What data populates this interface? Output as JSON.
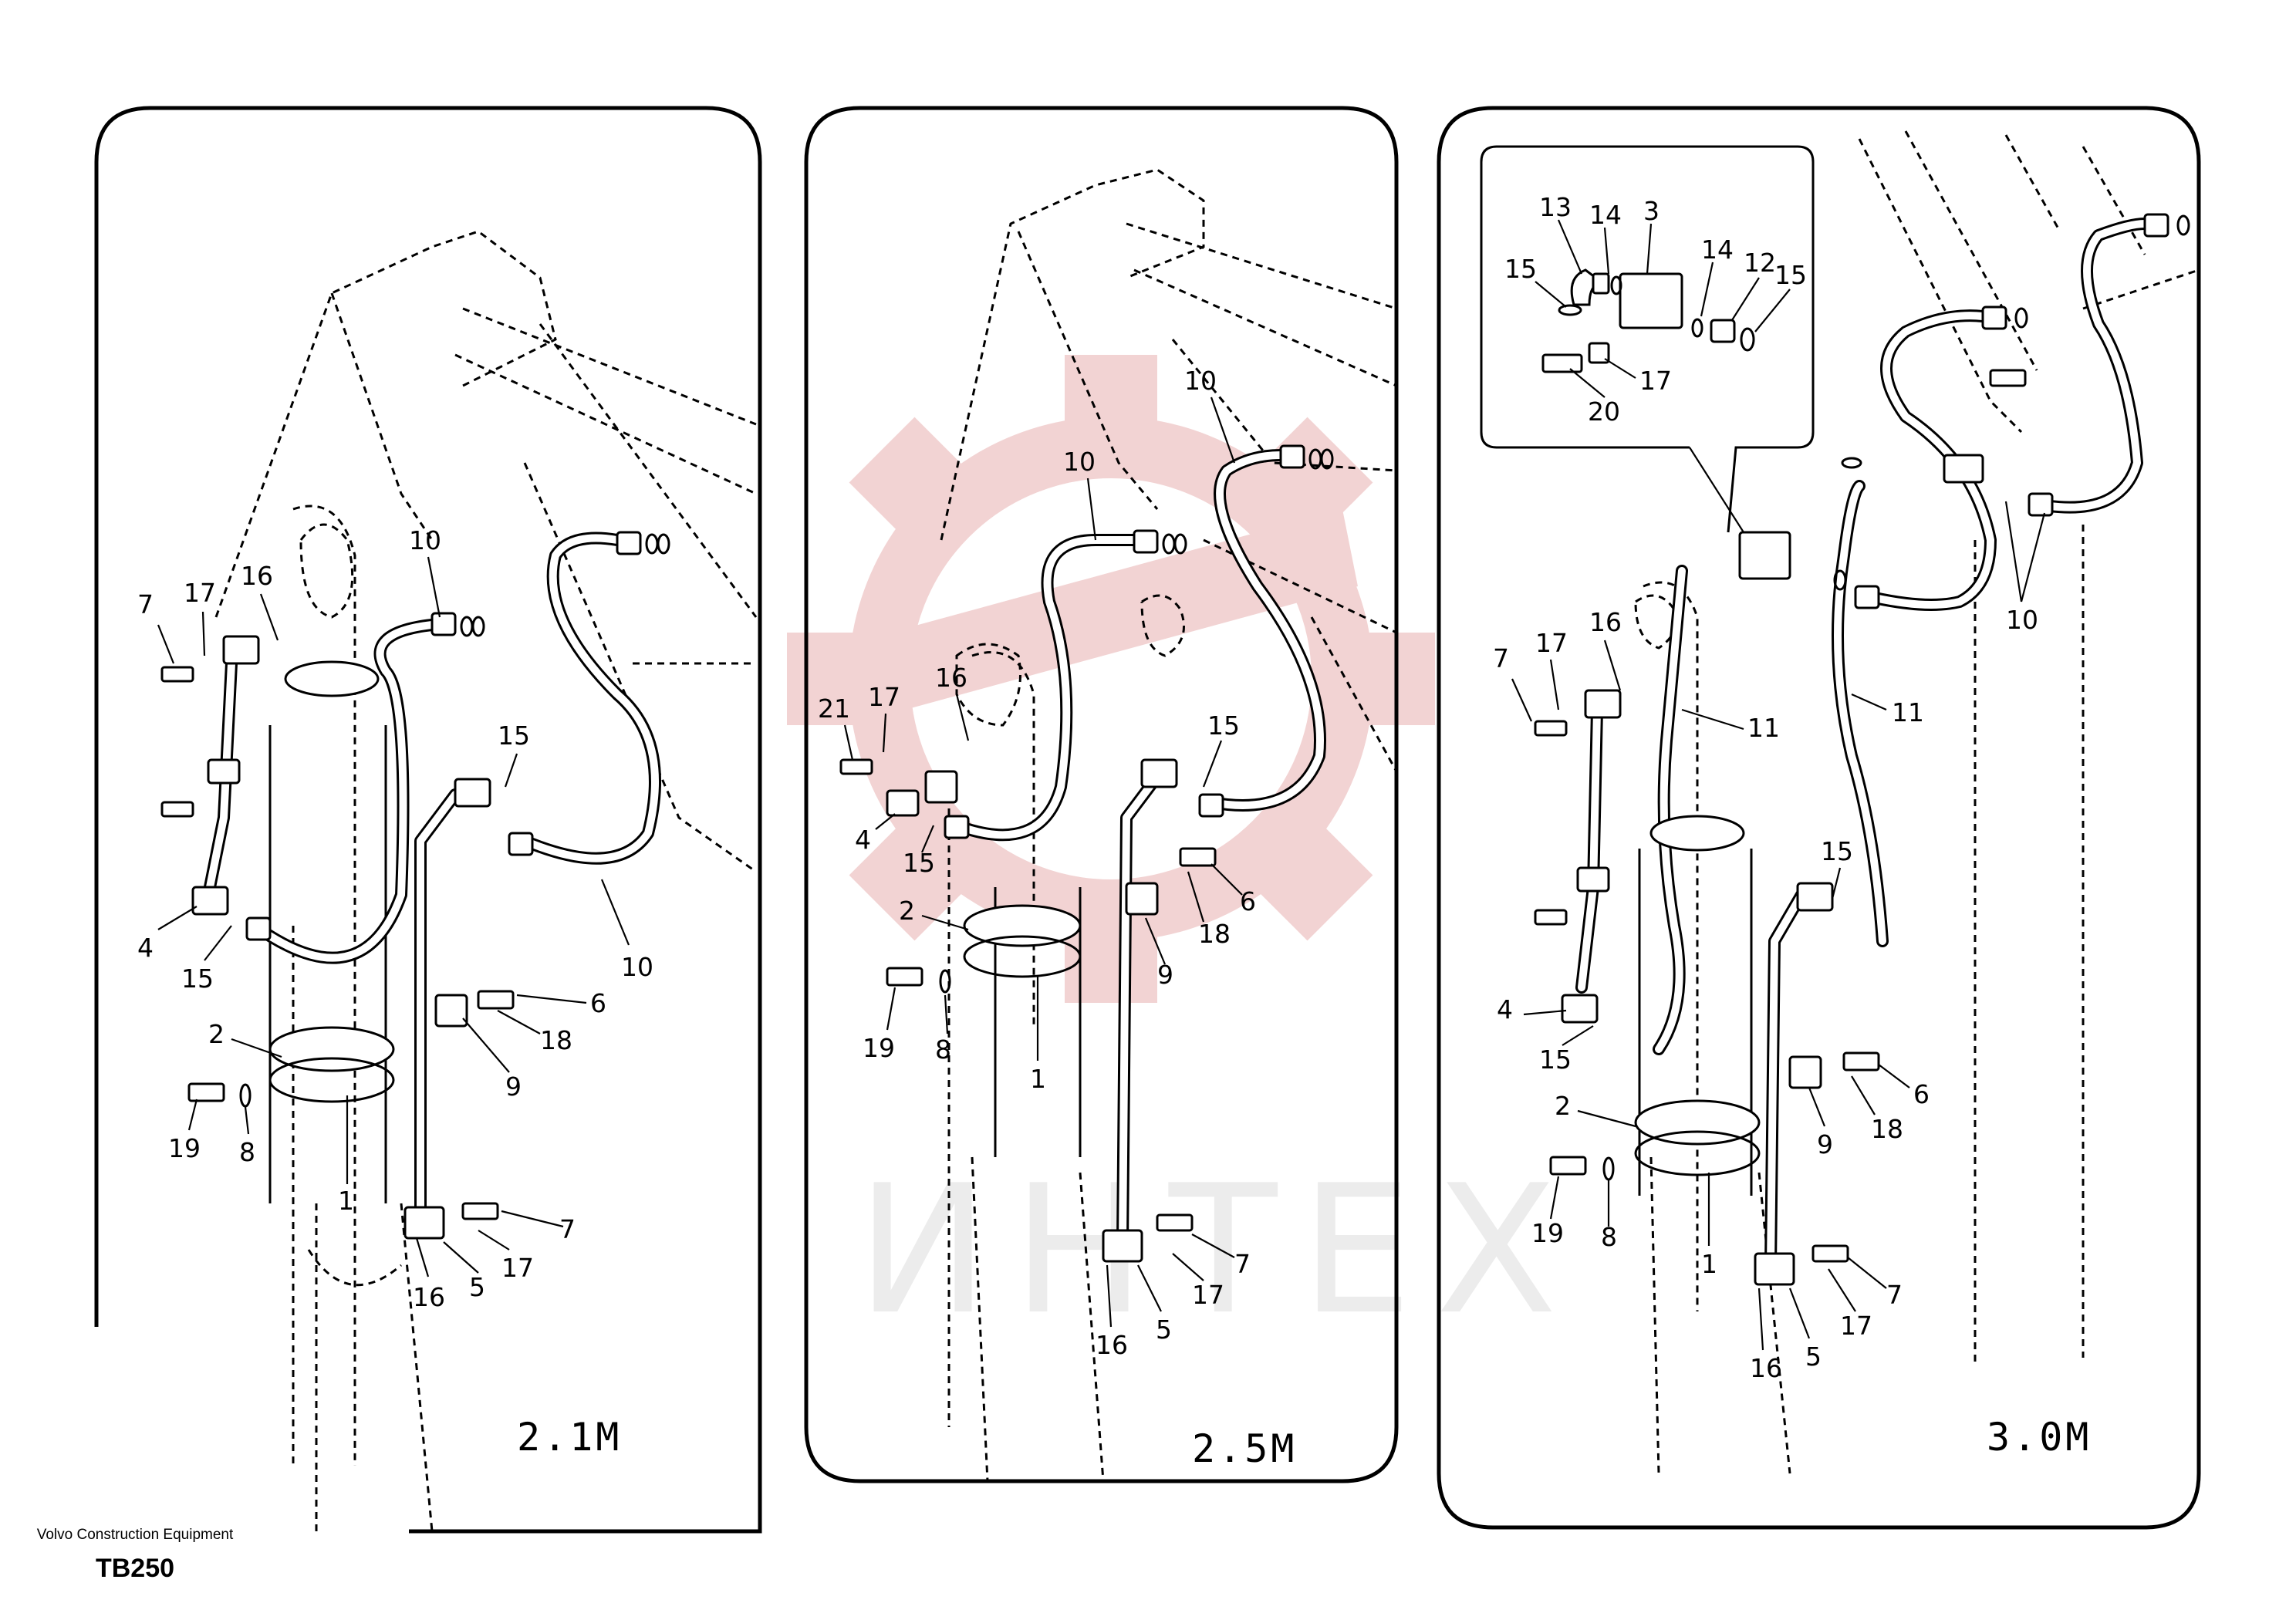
{
  "footer": {
    "company": "Volvo Construction Equipment",
    "code": "TB250"
  },
  "watermark": {
    "text": "ИНТЕХ",
    "color": "#e8b0b0"
  },
  "panels": [
    {
      "title": "2.1M",
      "labels": [
        "7",
        "17",
        "16",
        "10",
        "4",
        "15",
        "15",
        "10",
        "6",
        "18",
        "2",
        "9",
        "19",
        "8",
        "1",
        "7",
        "17",
        "16",
        "5"
      ]
    },
    {
      "title": "2.5M",
      "labels": [
        "10",
        "10",
        "21",
        "17",
        "16",
        "15",
        "4",
        "15",
        "6",
        "18",
        "2",
        "9",
        "19",
        "8",
        "1",
        "7",
        "17",
        "16",
        "5"
      ]
    },
    {
      "title": "3.0M",
      "labels": [
        "11",
        "11",
        "10",
        "7",
        "17",
        "16",
        "4",
        "15",
        "15",
        "6",
        "18",
        "2",
        "9",
        "19",
        "8",
        "1",
        "7",
        "17",
        "16",
        "5"
      ]
    }
  ],
  "inset": {
    "labels": [
      "13",
      "14",
      "3",
      "14",
      "12",
      "15",
      "15",
      "17",
      "20"
    ]
  }
}
